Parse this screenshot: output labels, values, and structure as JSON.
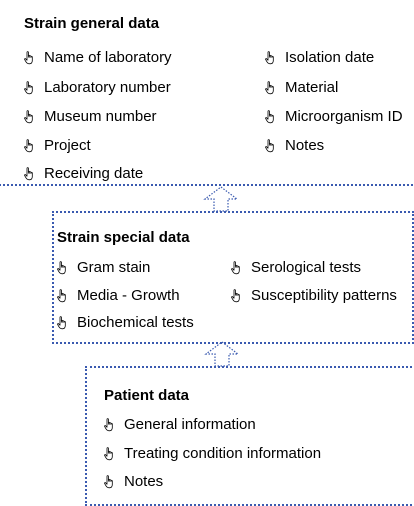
{
  "general": {
    "title": "Strain general data",
    "left_items": [
      "Name of laboratory",
      "Laboratory number",
      "Museum number",
      "Project",
      "Receiving date"
    ],
    "right_items": [
      "Isolation date",
      "Material",
      "Microorganism ID",
      "Notes"
    ]
  },
  "special": {
    "title": "Strain special data",
    "left_items": [
      "Gram stain",
      "Media - Growth",
      "Biochemical tests"
    ],
    "right_items": [
      "Serological tests",
      "Susceptibility patterns"
    ]
  },
  "patient": {
    "title": "Patient data",
    "items": [
      "General information",
      "Treating condition information",
      "Notes"
    ]
  },
  "colors": {
    "border": "#3a5ab0",
    "text": "#000000"
  },
  "icons": {
    "bullet": "pointing-hand-icon",
    "connector": "up-arrow-icon"
  }
}
